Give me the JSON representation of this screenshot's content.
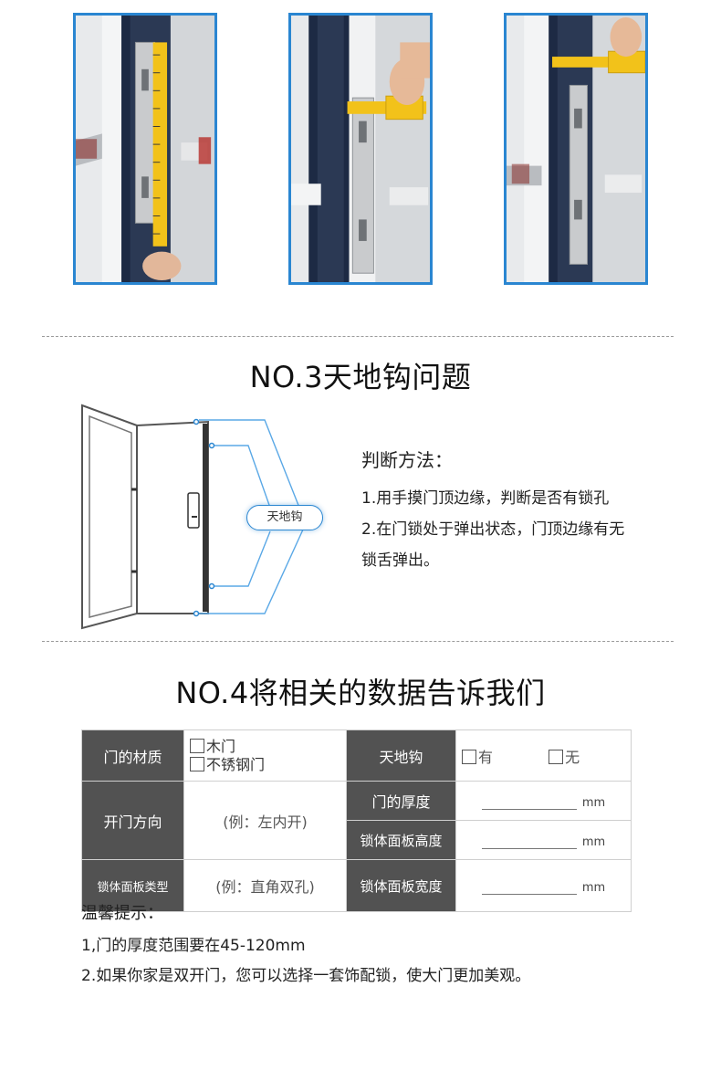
{
  "photos": [
    {
      "name": "measure-panel-length-photo"
    },
    {
      "name": "measure-hole-distance-photo"
    },
    {
      "name": "measure-panel-width-photo"
    }
  ],
  "section3": {
    "title": "NO.3天地钩问题",
    "hook_label": "天地钩",
    "method_title": "判断方法：",
    "method_lines": [
      "1.用手摸门顶边缘，判断是否有锁孔",
      "2.在门锁处于弹出状态，门顶边缘有无",
      "锁舌弹出。"
    ]
  },
  "section4": {
    "title": "NO.4将相关的数据告诉我们",
    "table": {
      "material_label": "门的材质",
      "material_options": [
        "木门",
        "不锈钢门"
      ],
      "hook_label": "天地钩",
      "hook_options": [
        "有",
        "无"
      ],
      "direction_label": "开门方向",
      "direction_example": "(例：左内开)",
      "thickness_label": "门的厚度",
      "panel_type_label": "锁体面板类型",
      "panel_type_example": "(例：直角双孔)",
      "panel_height_label": "锁体面板高度",
      "panel_width_label": "锁体面板宽度",
      "unit": "mm"
    }
  },
  "tips": {
    "title": "温馨提示：",
    "lines": [
      "1,门的厚度范围要在45-120mm",
      "2.如果你家是双开门，您可以选择一套饰配锁，使大门更加美观。"
    ]
  },
  "colors": {
    "photo_border": "#2a86d1",
    "header_cell": "#525252",
    "tape_yellow": "#f2c21a",
    "accent_blue": "#2a86d1"
  }
}
